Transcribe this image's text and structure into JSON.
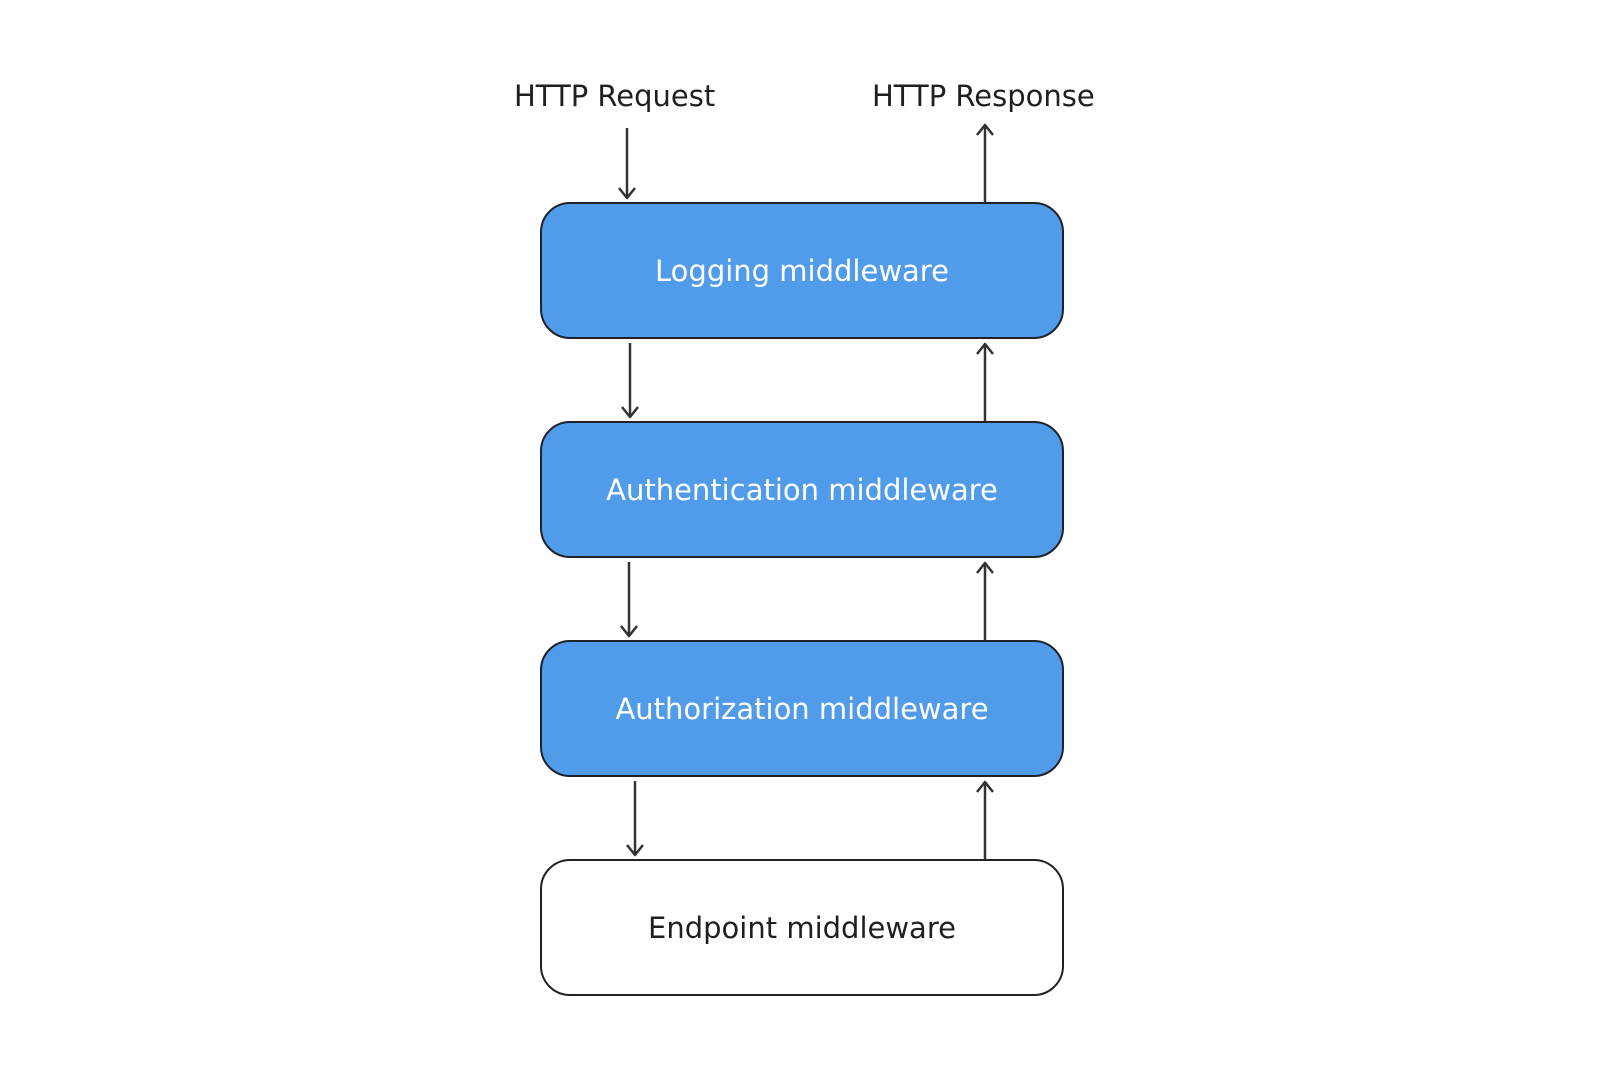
{
  "labels": {
    "request": "HTTP Request",
    "response": "HTTP Response"
  },
  "boxes": [
    {
      "text": "Logging middleware",
      "fill": "#519beb"
    },
    {
      "text": "Authentication middleware",
      "fill": "#519beb"
    },
    {
      "text": "Authorization middleware",
      "fill": "#519beb"
    },
    {
      "text": "Endpoint middleware",
      "fill": "#ffffff"
    }
  ],
  "colors": {
    "accent": "#519beb",
    "border": "#1f2328",
    "arrow": "#333333"
  }
}
